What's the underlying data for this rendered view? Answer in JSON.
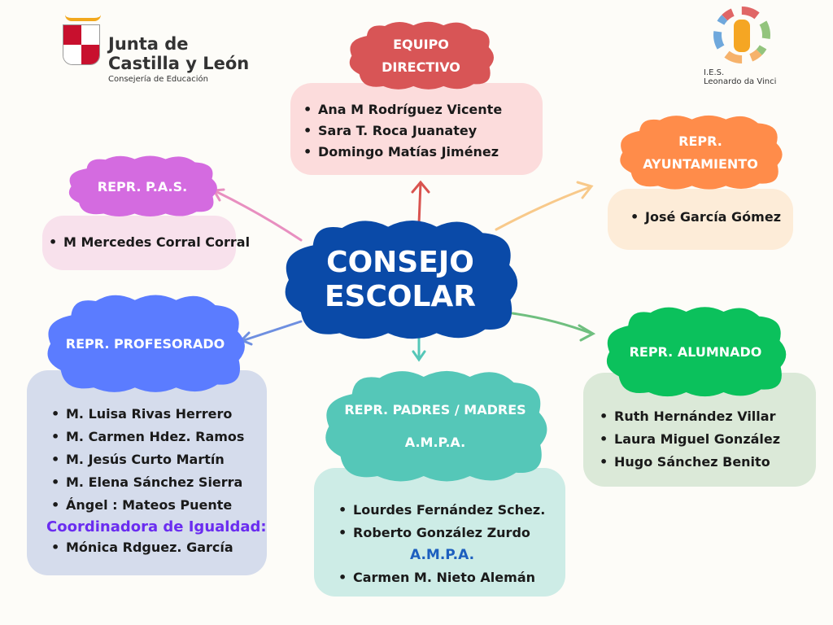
{
  "logos": {
    "jcyl": {
      "line1": "Junta de",
      "line2": "Castilla y León",
      "line3": "Consejería de Educación"
    },
    "ies": {
      "line1": "I.E.S.",
      "line2": "Leonardo da Vinci"
    }
  },
  "center": {
    "line1": "CONSEJO",
    "line2": "ESCOLAR",
    "color": "#0a4aa8"
  },
  "equipo": {
    "line1": "EQUIPO",
    "line2": "DIRECTIVO",
    "members": [
      "Ana M Rodríguez Vicente",
      "Sara T. Roca Juanatey",
      "Domingo Matías Jiménez"
    ]
  },
  "ayuntamiento": {
    "line1": "REPR.",
    "line2": "AYUNTAMIENTO",
    "members": [
      "José García Gómez"
    ]
  },
  "pas": {
    "title": "REPR. P.A.S.",
    "members": [
      "M Mercedes Corral Corral"
    ]
  },
  "profesorado": {
    "title": "REPR. PROFESORADO",
    "members": [
      "M. Luisa Rivas Herrero",
      "M. Carmen Hdez. Ramos",
      "M. Jesús Curto Martín",
      "M. Elena Sánchez Sierra",
      "Ángel : Mateos Puente"
    ],
    "igualdad_label": "Coordinadora de Igualdad:",
    "igualdad": [
      "Mónica Rdguez. García"
    ]
  },
  "padres": {
    "line1": "REPR. PADRES / MADRES",
    "line2": "A.M.P.A.",
    "members": [
      "Lourdes Fernández Schez.",
      "Roberto González Zurdo"
    ],
    "ampa_label": "A.M.P.A.",
    "ampa": [
      "Carmen M. Nieto Alemán"
    ]
  },
  "alumnado": {
    "title": "REPR. ALUMNADO",
    "members": [
      "Ruth Hernández Villar",
      "Laura Miguel González",
      "Hugo Sánchez Benito"
    ]
  }
}
